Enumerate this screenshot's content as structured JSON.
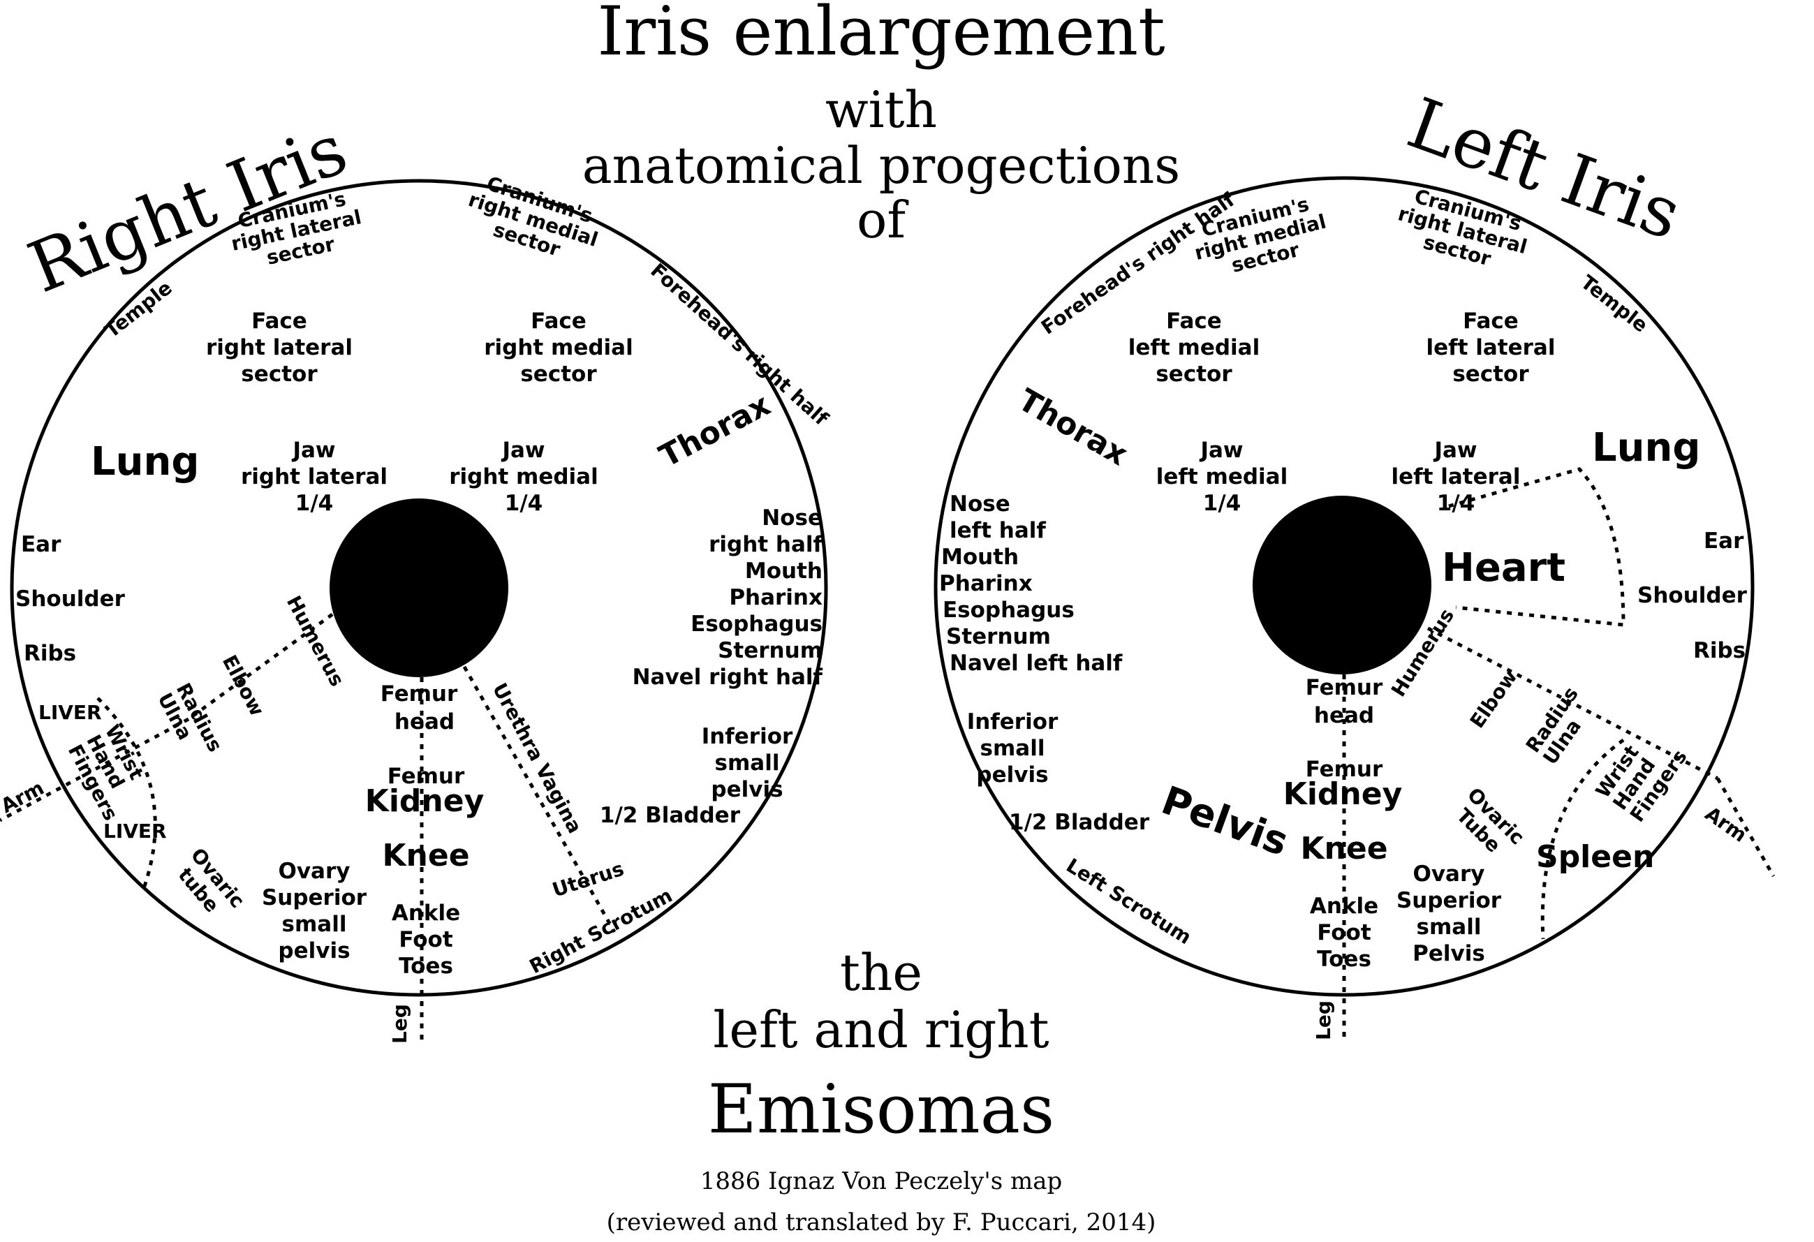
{
  "header": {
    "title": "Iris enlargement",
    "line2": "with",
    "line3": "anatomical progections",
    "line4": "of"
  },
  "footer": {
    "the": "the",
    "left_right": "left and right",
    "emisomas": "Emisomas",
    "credit1": "1886 Ignaz Von Peczely's map",
    "credit2": "(reviewed and translated by F. Puccari, 2014)"
  },
  "right_iris": {
    "title": "Right Iris",
    "temple": "Temple",
    "cranium_lateral": [
      "Cranium's",
      "right lateral",
      "sector"
    ],
    "cranium_medial": [
      "Cranium's",
      "right medial",
      "sector"
    ],
    "forehead": "Forehead's right half",
    "face_lateral": [
      "Face",
      "right lateral",
      "sector"
    ],
    "face_medial": [
      "Face",
      "right medial",
      "sector"
    ],
    "thorax": "Thorax",
    "lung": "Lung",
    "jaw_lateral": [
      "Jaw",
      "right lateral",
      "1/4"
    ],
    "jaw_medial": [
      "Jaw",
      "right medial",
      "1/4"
    ],
    "nose": [
      "Nose",
      "right half",
      "Mouth",
      "Pharinx",
      "Esophagus",
      "Sternum",
      "Navel right half"
    ],
    "ear": "Ear",
    "shoulder": "Shoulder",
    "ribs": "Ribs",
    "liver_top": "LIVER",
    "liver_bottom": "LIVER",
    "humerus": "Humerus",
    "elbow": "Elbow",
    "radius_ulna": [
      "Radius",
      "Ulna"
    ],
    "wrist_hand_fingers": [
      "Wrist",
      "Hand",
      "Fingers"
    ],
    "arm": "Arm",
    "femur_head": [
      "Femur",
      "head"
    ],
    "femur": "Femur",
    "kidney": "Kidney",
    "knee": "Knee",
    "ankle": [
      "Ankle",
      "Foot",
      "Toes"
    ],
    "leg": "Leg",
    "urethra": "Urethra Vagina",
    "uterus": "Uterus",
    "scrotum": "Right Scrotum",
    "inferior_pelvis": [
      "Inferior",
      "small",
      "pelvis"
    ],
    "bladder": "1/2 Bladder",
    "ovaric_tube": [
      "Ovaric",
      "tube"
    ],
    "ovary": [
      "Ovary",
      "Superior",
      "small",
      "pelvis"
    ]
  },
  "left_iris": {
    "title": "Left Iris",
    "forehead": "Forehead's right half",
    "cranium_medial": [
      "Cranium's",
      "right medial",
      "sector"
    ],
    "cranium_lateral": [
      "Cranium's",
      "right lateral",
      "sector"
    ],
    "temple": "Temple",
    "face_medial": [
      "Face",
      "left medial",
      "sector"
    ],
    "face_lateral": [
      "Face",
      "left lateral",
      "sector"
    ],
    "thorax": "Thorax",
    "lung": "Lung",
    "jaw_medial": [
      "Jaw",
      "left medial",
      "1/4"
    ],
    "jaw_lateral": [
      "Jaw",
      "left lateral",
      "1/4"
    ],
    "heart": "Heart",
    "nose": [
      "Nose",
      "left half",
      "Mouth",
      "Pharinx",
      "Esophagus",
      "Sternum",
      "Navel left half"
    ],
    "ear": "Ear",
    "shoulder": "Shoulder",
    "ribs": "Ribs",
    "inferior_pelvis": [
      "Inferior",
      "small",
      "pelvis"
    ],
    "bladder": "1/2 Bladder",
    "pelvis": "Pelvis",
    "scrotum": "Left Scrotum",
    "femur_head": [
      "Femur",
      "head"
    ],
    "femur": "Femur",
    "kidney": "Kidney",
    "knee": "Knee",
    "ankle": [
      "Ankle",
      "Foot",
      "Toes"
    ],
    "leg": "Leg",
    "humerus": "Humerus",
    "elbow": "Elbow",
    "radius_ulna": [
      "Radius",
      "Ulna"
    ],
    "wrist_hand_fingers": [
      "Wrist",
      "Hand",
      "Fingers"
    ],
    "arm": "Arm",
    "ovaric_tube": [
      "Ovaric",
      "Tube"
    ],
    "spleen": "Spleen",
    "ovary": [
      "Ovary",
      "Superior",
      "small",
      "Pelvis"
    ]
  }
}
